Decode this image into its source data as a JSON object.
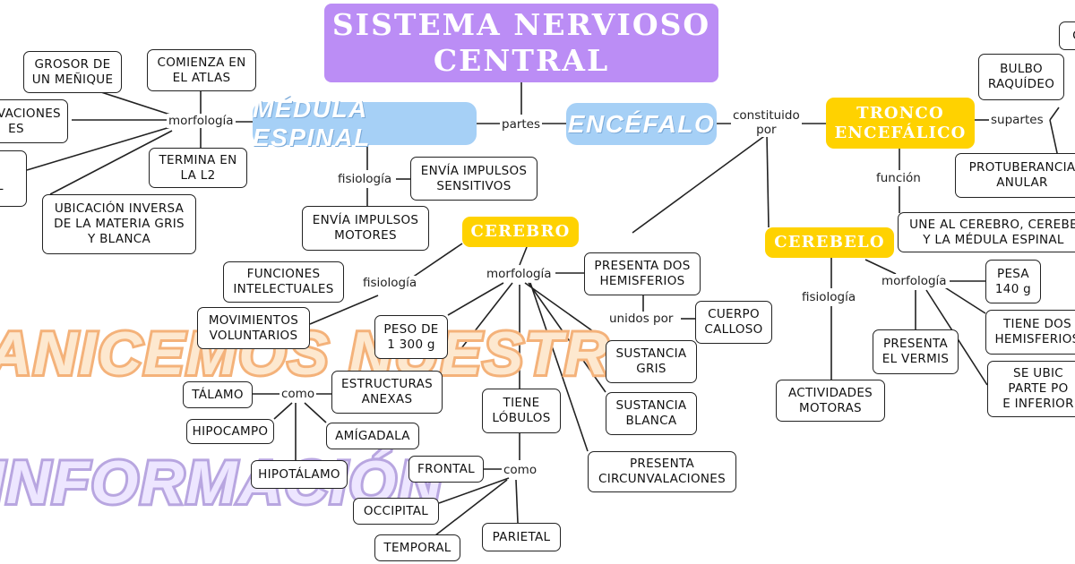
{
  "title": "SISTEMA NERVIOSO\nCENTRAL",
  "watermark": {
    "line1": "ANICEMOS NUESTR",
    "line2": "INFORMACIÓN"
  },
  "main_nodes": {
    "medula": "MÉDULA ESPINAL",
    "encefalo": "ENCÉFALO"
  },
  "section_nodes": {
    "tronco": "TRONCO\nENCEFÁLICO",
    "cerebro": "CEREBRO",
    "cerebelo": "CEREBELO"
  },
  "connectors": {
    "partes": "partes",
    "constituido": "constituido\npor",
    "morfologia_medula": "morfología",
    "fisiologia_medula": "fisiología",
    "supartes": "supartes",
    "funcion": "función",
    "fisiologia_cerebro": "fisiología",
    "morfologia_cerebro": "morfología",
    "unidos_por": "unidos por",
    "como_anexas": "como",
    "como_lobulos": "como",
    "fisiologia_cerebelo": "fisiología",
    "morfologia_cerebelo": "morfología"
  },
  "medula_morphology": {
    "grosor": "GROSOR DE\nUN MEÑIQUE",
    "comienza": "COMIENZA EN\nEL ATLAS",
    "curvaciones": "CURVACIONES\nES",
    "termina": "TERMINA EN\nLA L2",
    "color": "OR\nNAL",
    "ubicacion": "UBICACIÓN INVERSA\nDE LA MATERIA GRIS\nY BLANCA"
  },
  "medula_physiology": {
    "sensitivos": "ENVÍA IMPULSOS\nSENSITIVOS",
    "motores": "ENVÍA IMPULSOS\nMOTORES"
  },
  "tronco_parts": {
    "top": "C",
    "bulbo": "BULBO\nRAQUÍDEO",
    "protuberancia": "PROTUBERANCIA\nANULAR",
    "une": "UNE AL CEREBRO, CEREBE\nY LA MÉDULA ESPINAL"
  },
  "cerebro_physiology": {
    "intelectuales": "FUNCIONES\nINTELECTUALES",
    "voluntarios": "MOVIMIENTOS\nVOLUNTARIOS"
  },
  "cerebro_morphology": {
    "hemisferios": "PRESENTA DOS\nHEMISFERIOS",
    "calloso": "CUERPO\nCALLOSO",
    "peso": "PESO DE\n1 300 g",
    "gris": "SUSTANCIA\nGRIS",
    "blanca": "SUSTANCIA\nBLANCA",
    "anexas": "ESTRUCTURAS\nANEXAS",
    "lobulos": "TIENE\nLÓBULOS",
    "circunvalaciones": "PRESENTA\nCIRCUNVALACIONES"
  },
  "anexas_items": {
    "talamo": "TÁLAMO",
    "hipocampo": "HIPOCAMPO",
    "amigdala": "AMÍGADALA",
    "hipotalamo": "HIPOTÁLAMO"
  },
  "lobulos_items": {
    "frontal": "FRONTAL",
    "occipital": "OCCIPITAL",
    "temporal": "TEMPORAL",
    "parietal": "PARIETAL"
  },
  "cerebelo_items": {
    "actividades": "ACTIVIDADES\nMOTORAS",
    "vermis": "PRESENTA\nEL VERMIS",
    "pesa": "PESA\n140 g",
    "hemisferios": "TIENE DOS\nHEMISFERIOS",
    "ubica": "SE UBIC\nPARTE PO\nE INFERIOR"
  },
  "colors": {
    "title_bg": "#bb8df5",
    "blue_node": "#a6d0f6",
    "gold_node": "#ffd200",
    "line": "#222222"
  }
}
